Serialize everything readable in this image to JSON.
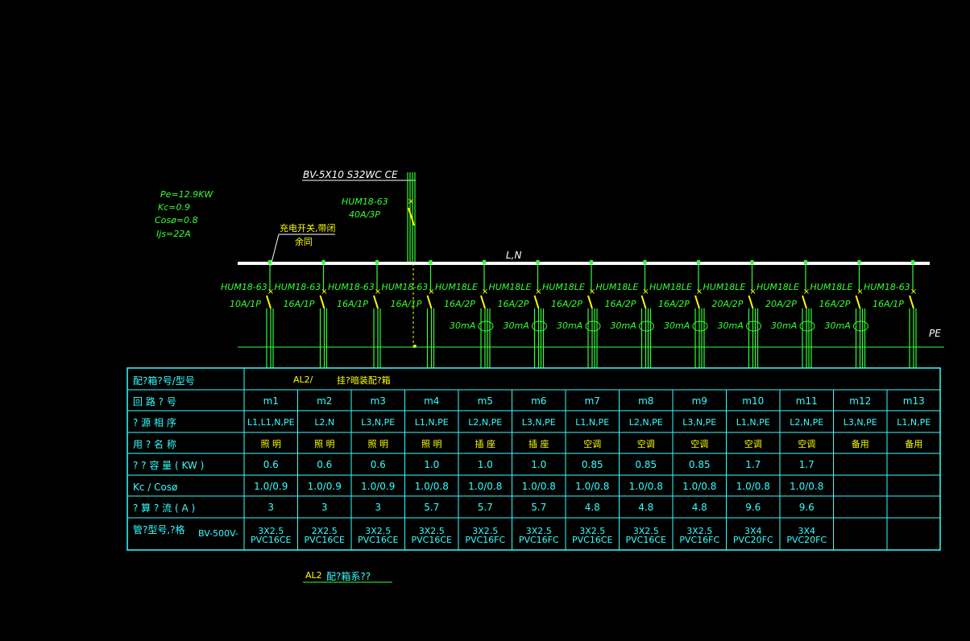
{
  "feeder": {
    "cable_label": "BV-5X10 S32WC CE",
    "main_breaker_model": "HUM18-63",
    "main_breaker_rating": "40A/3P",
    "bus_label": "L,N",
    "pe_label": "PE"
  },
  "load_summary": {
    "lines": [
      "Pe=12.9KW",
      "Kc=0.9",
      "Cosø=0.8",
      "Ijs=22A"
    ]
  },
  "annotation": {
    "line1": "充电开关,带闭",
    "line2": "余同"
  },
  "breakers": [
    {
      "model": "HUM18-63",
      "rating": "10A/1P",
      "rcd": ""
    },
    {
      "model": "HUM18-63",
      "rating": "16A/1P",
      "rcd": ""
    },
    {
      "model": "HUM18-63",
      "rating": "16A/1P",
      "rcd": ""
    },
    {
      "model": "HUM18-63",
      "rating": "16A/1P",
      "rcd": ""
    },
    {
      "model": "HUM18LE",
      "rating": "16A/2P",
      "rcd": "30mA"
    },
    {
      "model": "HUM18LE",
      "rating": "16A/2P",
      "rcd": "30mA"
    },
    {
      "model": "HUM18LE",
      "rating": "16A/2P",
      "rcd": "30mA"
    },
    {
      "model": "HUM18LE",
      "rating": "16A/2P",
      "rcd": "30mA"
    },
    {
      "model": "HUM18LE",
      "rating": "16A/2P",
      "rcd": "30mA"
    },
    {
      "model": "HUM18LE",
      "rating": "20A/2P",
      "rcd": "30mA"
    },
    {
      "model": "HUM18LE",
      "rating": "20A/2P",
      "rcd": "30mA"
    },
    {
      "model": "HUM18LE",
      "rating": "16A/2P",
      "rcd": "30mA"
    },
    {
      "model": "HUM18-63",
      "rating": "16A/1P",
      "rcd": ""
    }
  ],
  "table": {
    "header_label": "配?箱?号/型号",
    "header_value_code": "AL2/",
    "header_value_desc": "挂?暗装配?箱",
    "row_labels": [
      "回 路 ? 号",
      "? 源 相 序",
      "用 ? 名 称",
      "? ? 容 量 ( KW )",
      "Kc / Cosø",
      "? 算 ? 流 ( A )",
      "管?型号,?格"
    ],
    "cable_prefix": "BV-500V-",
    "circuit_ids": [
      "m1",
      "m2",
      "m3",
      "m4",
      "m5",
      "m6",
      "m7",
      "m8",
      "m9",
      "m10",
      "m11",
      "m12",
      "m13"
    ],
    "phases": [
      "L1,L1,N,PE",
      "L2,N",
      "L3,N,PE",
      "L1,N,PE",
      "L2,N,PE",
      "L3,N,PE",
      "L1,N,PE",
      "L2,N,PE",
      "L3,N,PE",
      "L1,N,PE",
      "L2,N,PE",
      "L3,N,PE",
      "L1,N,PE"
    ],
    "usages": [
      "照 明",
      "照 明",
      "照 明",
      "照 明",
      "插 座",
      "插 座",
      "空调",
      "空调",
      "空调",
      "空调",
      "空调",
      "备用",
      "备用"
    ],
    "capacity": [
      "0.6",
      "0.6",
      "0.6",
      "1.0",
      "1.0",
      "1.0",
      "0.85",
      "0.85",
      "0.85",
      "1.7",
      "1.7",
      "",
      ""
    ],
    "kc_cos": [
      "1.0/0.9",
      "1.0/0.9",
      "1.0/0.9",
      "1.0/0.8",
      "1.0/0.8",
      "1.0/0.8",
      "1.0/0.8",
      "1.0/0.8",
      "1.0/0.8",
      "1.0/0.8",
      "1.0/0.8",
      "",
      ""
    ],
    "current": [
      "3",
      "3",
      "3",
      "5.7",
      "5.7",
      "5.7",
      "4.8",
      "4.8",
      "4.8",
      "9.6",
      "9.6",
      "",
      ""
    ],
    "cable_line1": [
      "3X2.5",
      "2X2.5",
      "3X2.5",
      "3X2.5",
      "3X2.5",
      "3X2.5",
      "3X2.5",
      "3X2.5",
      "3X2.5",
      "3X4",
      "3X4",
      "",
      ""
    ],
    "cable_line2": [
      "PVC16CE",
      "PVC16CE",
      "PVC16CE",
      "PVC16CE",
      "PVC16FC",
      "PVC16FC",
      "PVC16CE",
      "PVC16CE",
      "PVC16FC",
      "PVC20FC",
      "PVC20FC",
      "",
      ""
    ]
  },
  "caption": {
    "code": "AL2",
    "text": "配?箱系??"
  },
  "colors": {
    "background": "#000000",
    "wire_green": "#33ff33",
    "bus_white": "#ffffff",
    "breaker_yellow": "#ffff00",
    "table_cyan": "#33ffff"
  }
}
